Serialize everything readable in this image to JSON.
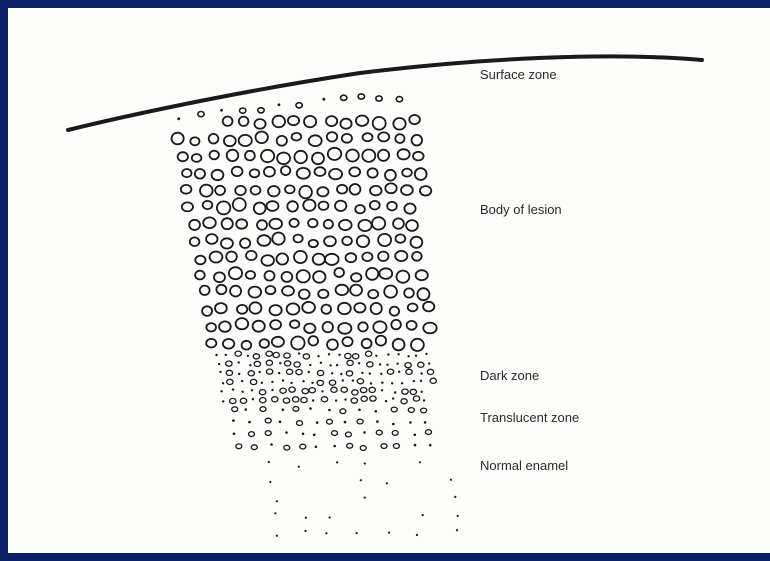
{
  "diagram": {
    "labels": {
      "surface_zone": "Surface zone",
      "body_of_lesion": "Body of lesion",
      "dark_zone": "Dark zone",
      "translucent_zone": "Translucent zone",
      "normal_enamel": "Normal enamel"
    },
    "colors": {
      "border": "#0b1f66",
      "ink": "#1a1a1a",
      "background": "#fdfdfb"
    }
  }
}
